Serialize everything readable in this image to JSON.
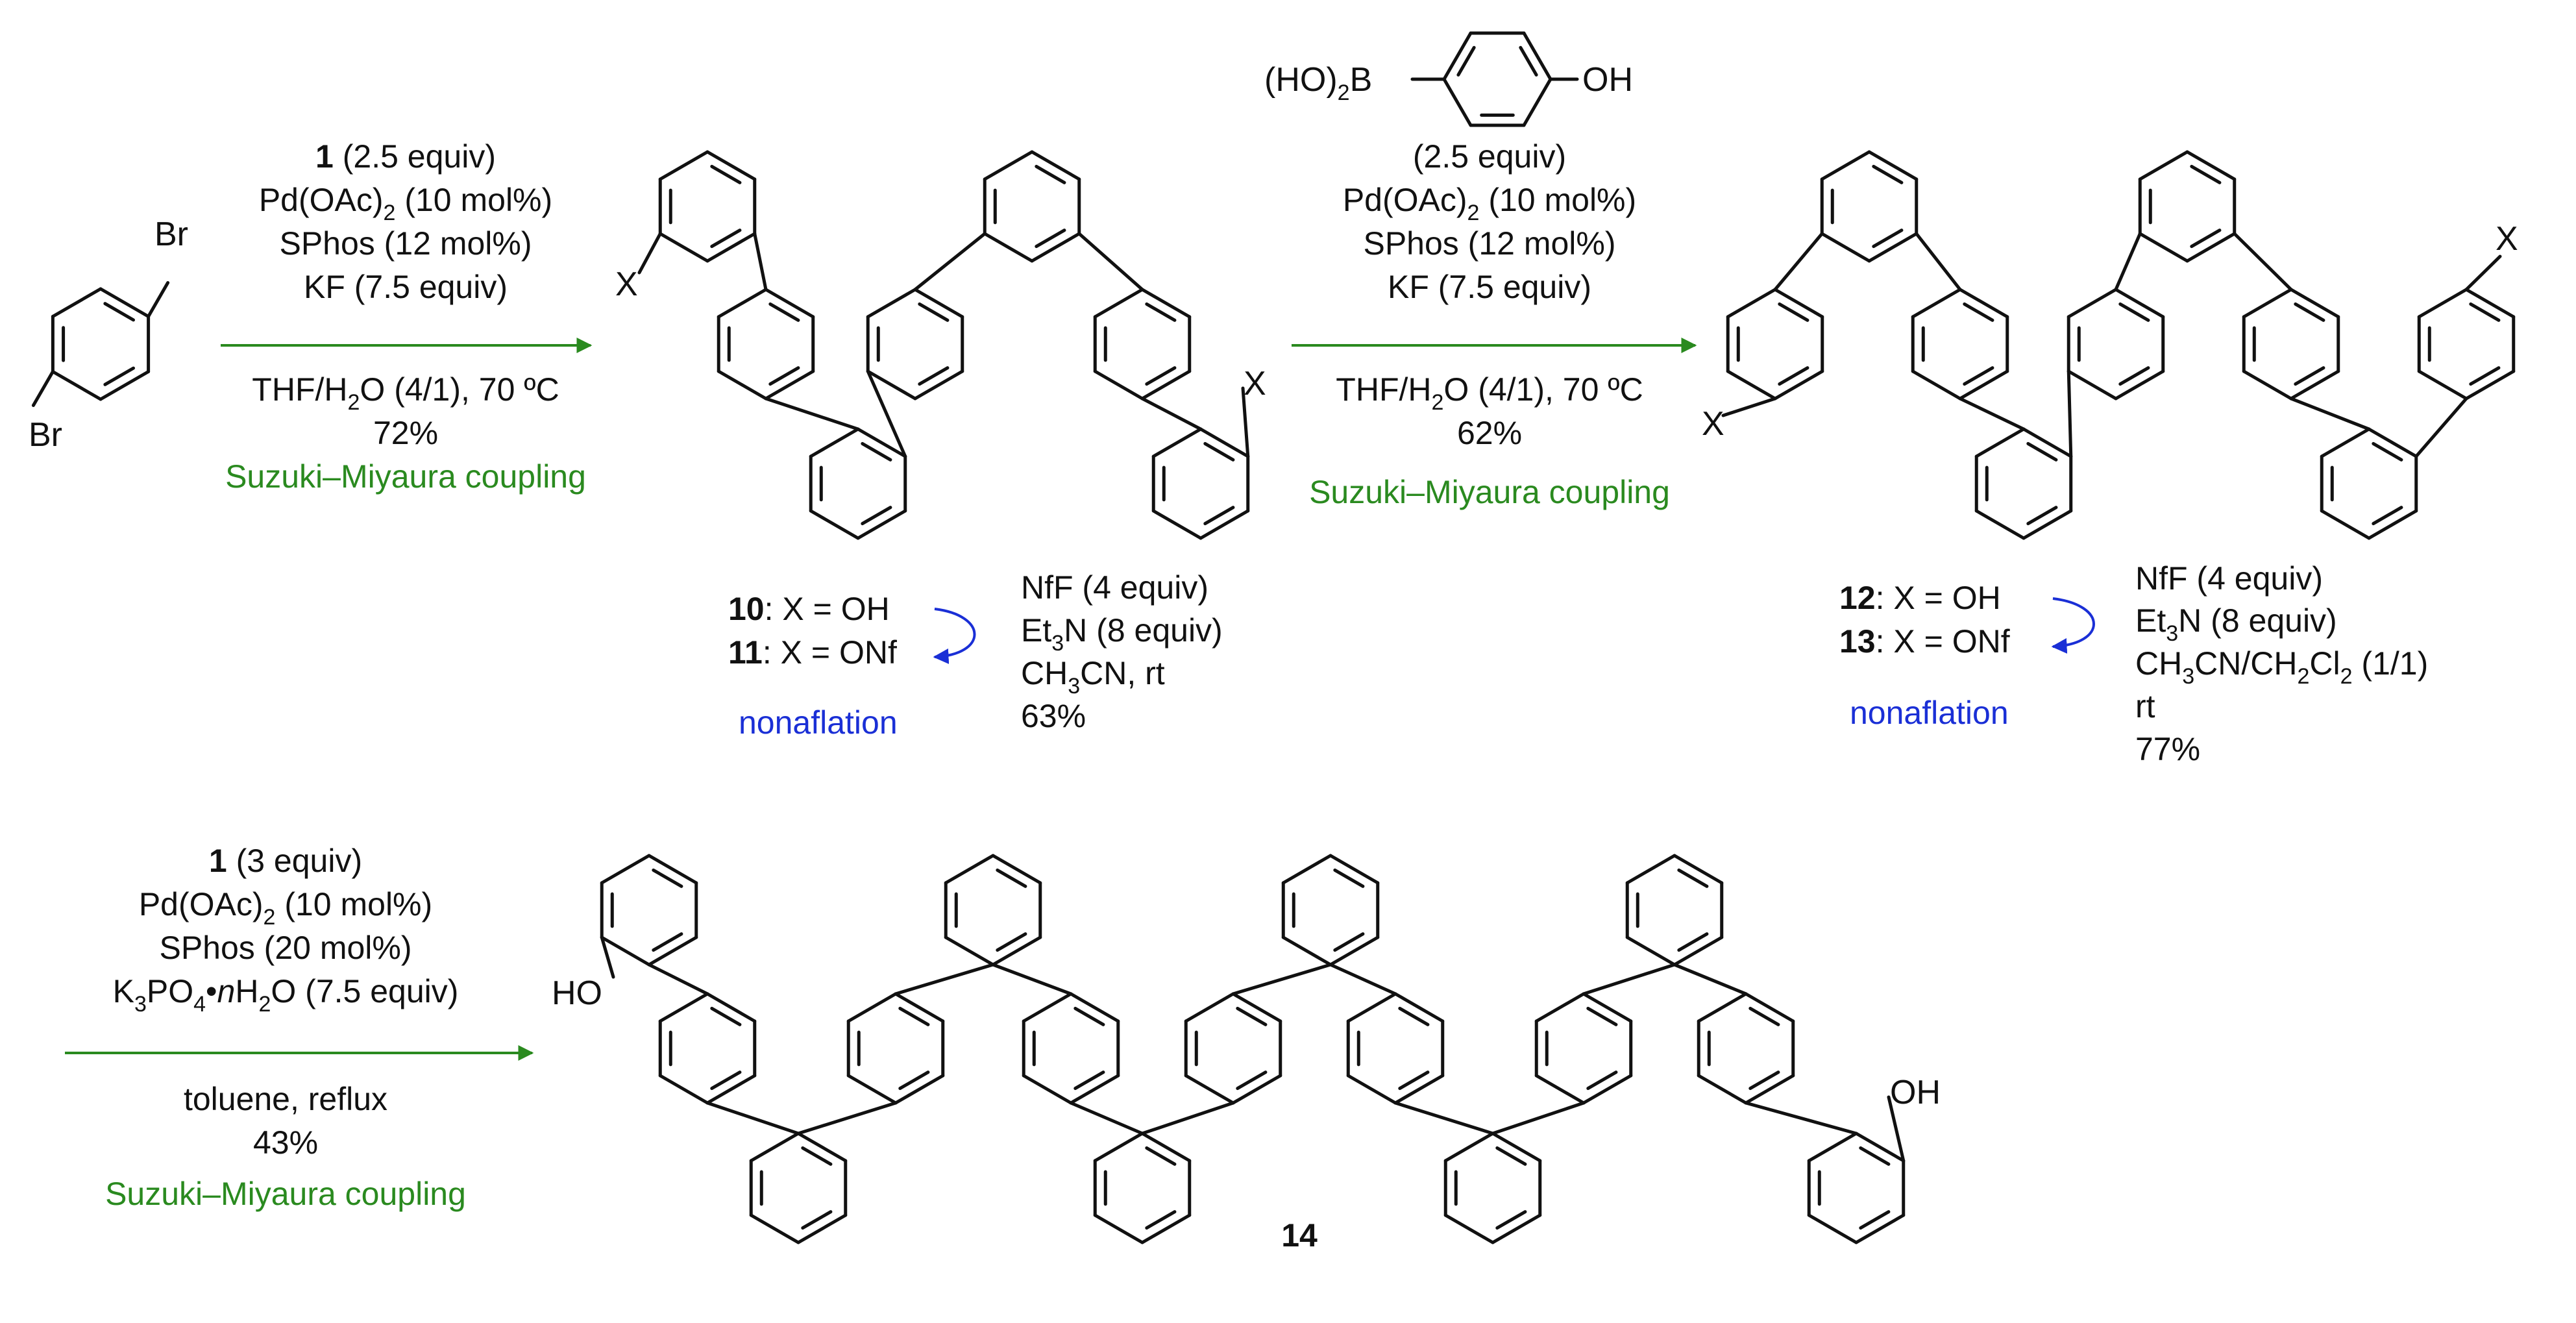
{
  "colors": {
    "black": "#111111",
    "green_reaction_name": "#2a8a1f",
    "blue_nonaflation": "#1a2fd6"
  },
  "step1": {
    "reagent_line_1_num": "1",
    "reagent_line_1_rest": " (2.5 equiv)",
    "catalyst_a": "Pd(OAc)",
    "catalyst_sub": "2",
    "catalyst_b": " (10 mol%)",
    "ligand": "SPhos (12 mol%)",
    "base": "KF (7.5 equiv)",
    "solvent_a": "THF/H",
    "solvent_sub": "2",
    "solvent_b": "O (4/1), 70 ºC",
    "yield": "72%",
    "name": "Suzuki–Miyaura coupling"
  },
  "step2": {
    "boronic_a": "(HO)",
    "boronic_sub": "2",
    "boronic_b": "B",
    "boronic_oh": "OH",
    "equiv": "(2.5 equiv)",
    "catalyst_a": "Pd(OAc)",
    "catalyst_sub": "2",
    "catalyst_b": " (10 mol%)",
    "ligand": "SPhos (12 mol%)",
    "base": "KF (7.5 equiv)",
    "solvent_a": "THF/H",
    "solvent_sub": "2",
    "solvent_b": "O (4/1), 70 ºC",
    "yield": "62%",
    "name": "Suzuki–Miyaura coupling"
  },
  "nonaflation1": {
    "cpd_a": "10",
    "cpd_a_def": ": X = OH",
    "cpd_b": "11",
    "cpd_b_def": ": X = ONf",
    "reagent": "NfF (4 equiv)",
    "base_a": "Et",
    "base_sub": "3",
    "base_b": "N (8 equiv)",
    "solvent_a": "CH",
    "solvent_sub": "3",
    "solvent_b": "CN, rt",
    "yield": "63%",
    "name": "nonaflation"
  },
  "nonaflation2": {
    "cpd_a": "12",
    "cpd_a_def": ": X = OH",
    "cpd_b": "13",
    "cpd_b_def": ": X = ONf",
    "reagent": "NfF (4 equiv)",
    "base_a": "Et",
    "base_sub": "3",
    "base_b": "N (8 equiv)",
    "solvent_1": "CH",
    "solvent_1_sub": "3",
    "solvent_2": "CN/CH",
    "solvent_2_sub": "2",
    "solvent_3": "Cl",
    "solvent_3_sub": "2",
    "solvent_4": " (1/1)",
    "temp": "rt",
    "yield": "77%",
    "name": "nonaflation"
  },
  "step3": {
    "reagent_num": "1",
    "reagent_rest": " (3 equiv)",
    "catalyst_a": "Pd(OAc)",
    "catalyst_sub": "2",
    "catalyst_b": " (10 mol%)",
    "ligand": "SPhos (20 mol%)",
    "base_a": "K",
    "base_sub1": "3",
    "base_b": "PO",
    "base_sub2": "4",
    "base_c": "•",
    "base_n": "n",
    "base_d": "H",
    "base_sub3": "2",
    "base_e": "O (7.5 equiv)",
    "solvent": "toluene, reflux",
    "yield": "43%",
    "name": "Suzuki–Miyaura coupling"
  },
  "atoms": {
    "br": "Br",
    "x": "X",
    "ho": "HO",
    "oh": "OH"
  },
  "product_label": "14"
}
